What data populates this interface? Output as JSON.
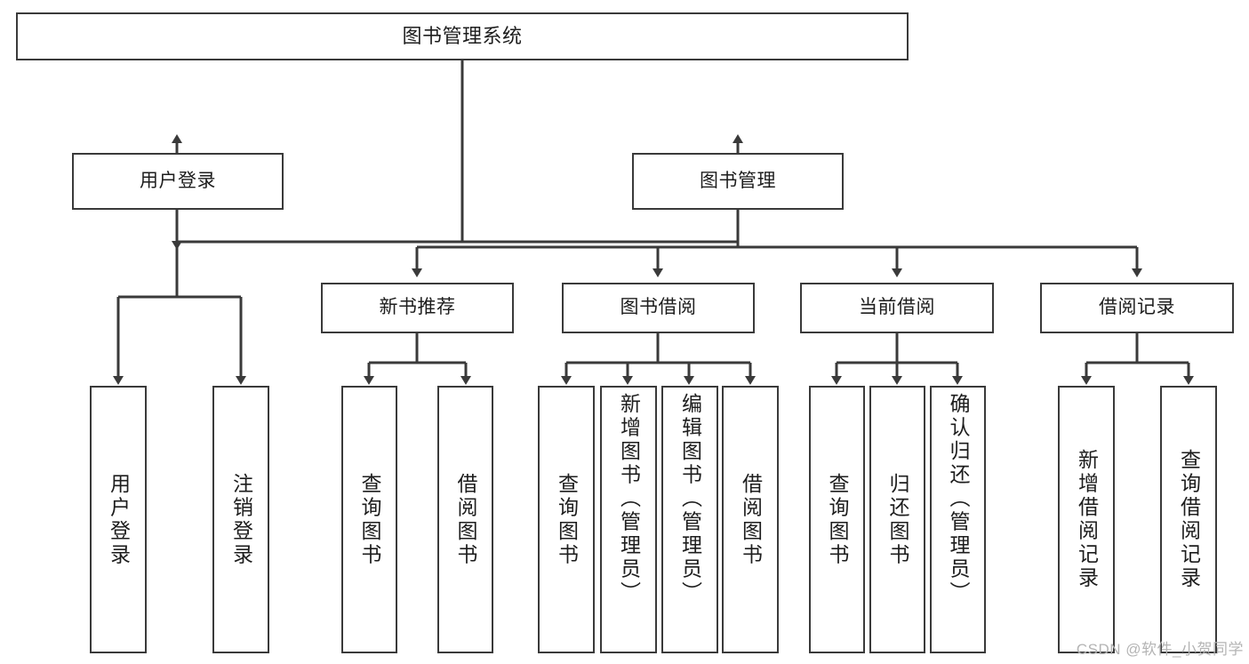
{
  "diagram": {
    "type": "tree",
    "title": "图书管理系统",
    "watermark": "CSDN @软件_小贺同学",
    "colors": {
      "stroke": "#3a3a3a",
      "fill": "#ffffff",
      "text": "#1d1d1d",
      "watermark": "#b4b4b4"
    }
  },
  "nodes": {
    "root": {
      "label": "图书管理系统"
    },
    "level2": [
      {
        "label": "用户登录"
      },
      {
        "label": "图书管理"
      }
    ],
    "level3": [
      {
        "label": "新书推荐"
      },
      {
        "label": "图书借阅"
      },
      {
        "label": "当前借阅"
      },
      {
        "label": "借阅记录"
      }
    ],
    "leaves": {
      "user_login": [
        {
          "label": "用户登录"
        },
        {
          "label": "注销登录"
        }
      ],
      "new_book_recommend": [
        {
          "label": "查询图书"
        },
        {
          "label": "借阅图书"
        }
      ],
      "book_borrow": [
        {
          "label": "查询图书"
        },
        {
          "label": "新增图书（管理员）"
        },
        {
          "label": "编辑图书（管理员）"
        },
        {
          "label": "借阅图书"
        }
      ],
      "current_borrow": [
        {
          "label": "查询图书"
        },
        {
          "label": "归还图书"
        },
        {
          "label": "确认归还（管理员）"
        }
      ],
      "borrow_record": [
        {
          "label": "新增借阅记录"
        },
        {
          "label": "查询借阅记录"
        }
      ]
    }
  }
}
